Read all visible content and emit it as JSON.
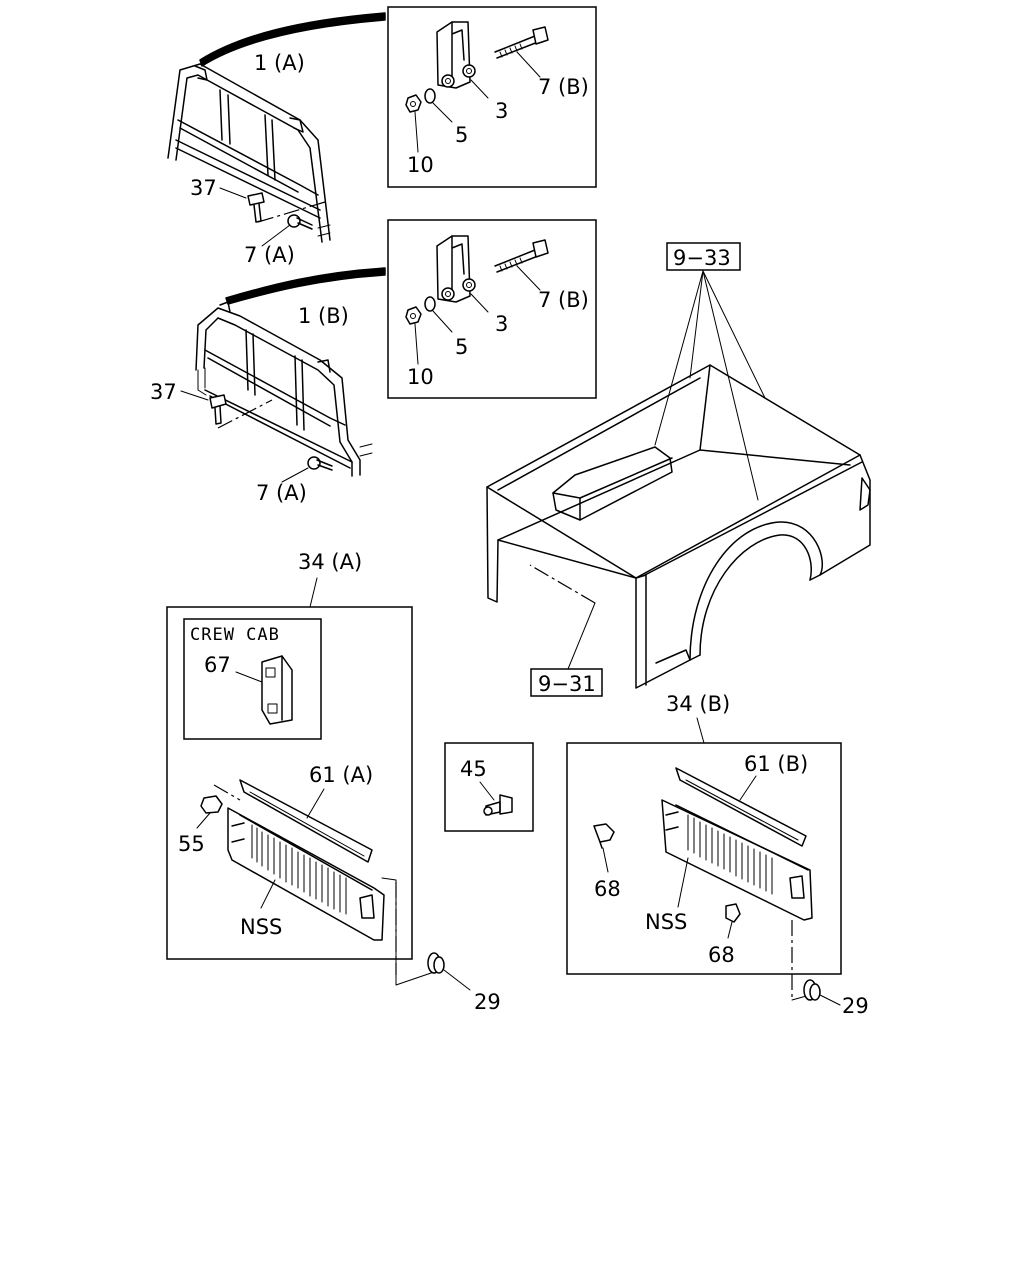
{
  "labels": {
    "frame_a": "1 (A)",
    "frame_b": "1 (B)",
    "bolt_7b_top": "7 (B)",
    "bolt_7b_mid": "7 (B)",
    "bolt_7a_top": "7 (A)",
    "bolt_7a_mid": "7 (A)",
    "bracket_3_top": "3",
    "bracket_3_mid": "3",
    "washer_5_top": "5",
    "washer_5_mid": "5",
    "nut_10_top": "10",
    "nut_10_mid": "10",
    "bolt_37_top": "37",
    "bolt_37_mid": "37",
    "ref_9_33": "9−33",
    "ref_9_31": "9−31",
    "tailgate_34a": "34 (A)",
    "tailgate_34b": "34 (B)",
    "crew_cab": "CREW CAB",
    "part_67": "67",
    "cover_61a": "61 (A)",
    "cover_61b": "61 (B)",
    "part_55": "55",
    "nss_a": "NSS",
    "nss_b": "NSS",
    "part_45": "45",
    "part_68_left": "68",
    "part_68_right": "68",
    "grommet_29_left": "29",
    "grommet_29_right": "29"
  }
}
